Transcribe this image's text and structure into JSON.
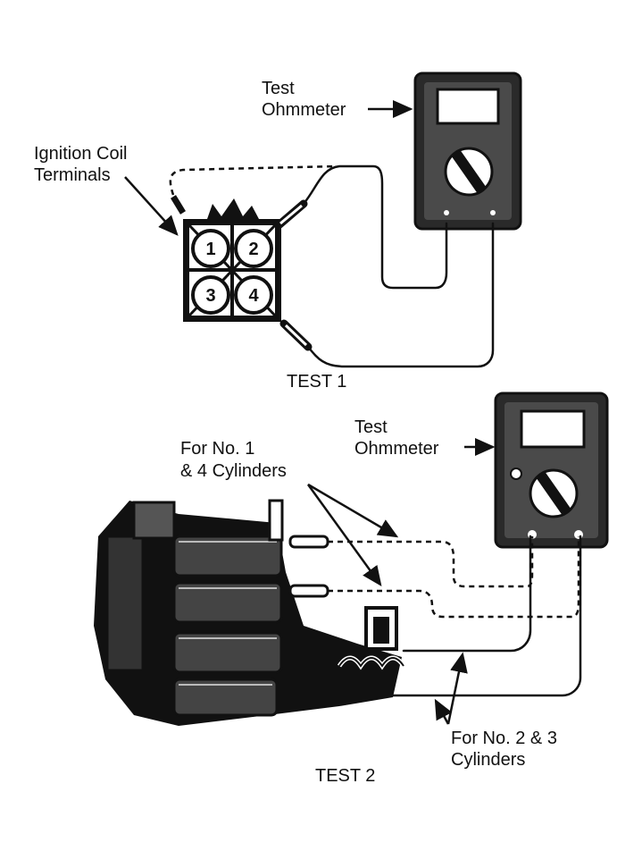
{
  "test1": {
    "meter_label_1": "Test",
    "meter_label_2": "Ohmmeter",
    "coil_label_1": "Ignition Coil",
    "coil_label_2": "Terminals",
    "terminals": [
      "1",
      "2",
      "3",
      "4"
    ],
    "caption": "TEST 1"
  },
  "test2": {
    "meter_label_1": "Test",
    "meter_label_2": "Ohmmeter",
    "cyl14_label_1": "For No. 1",
    "cyl14_label_2": "& 4 Cylinders",
    "cyl23_label_1": "For No. 2 & 3",
    "cyl23_label_2": "Cylinders",
    "caption": "TEST 2"
  },
  "colors": {
    "ink": "#111111",
    "paper": "#ffffff",
    "meter_body": "#2a2a2a"
  }
}
